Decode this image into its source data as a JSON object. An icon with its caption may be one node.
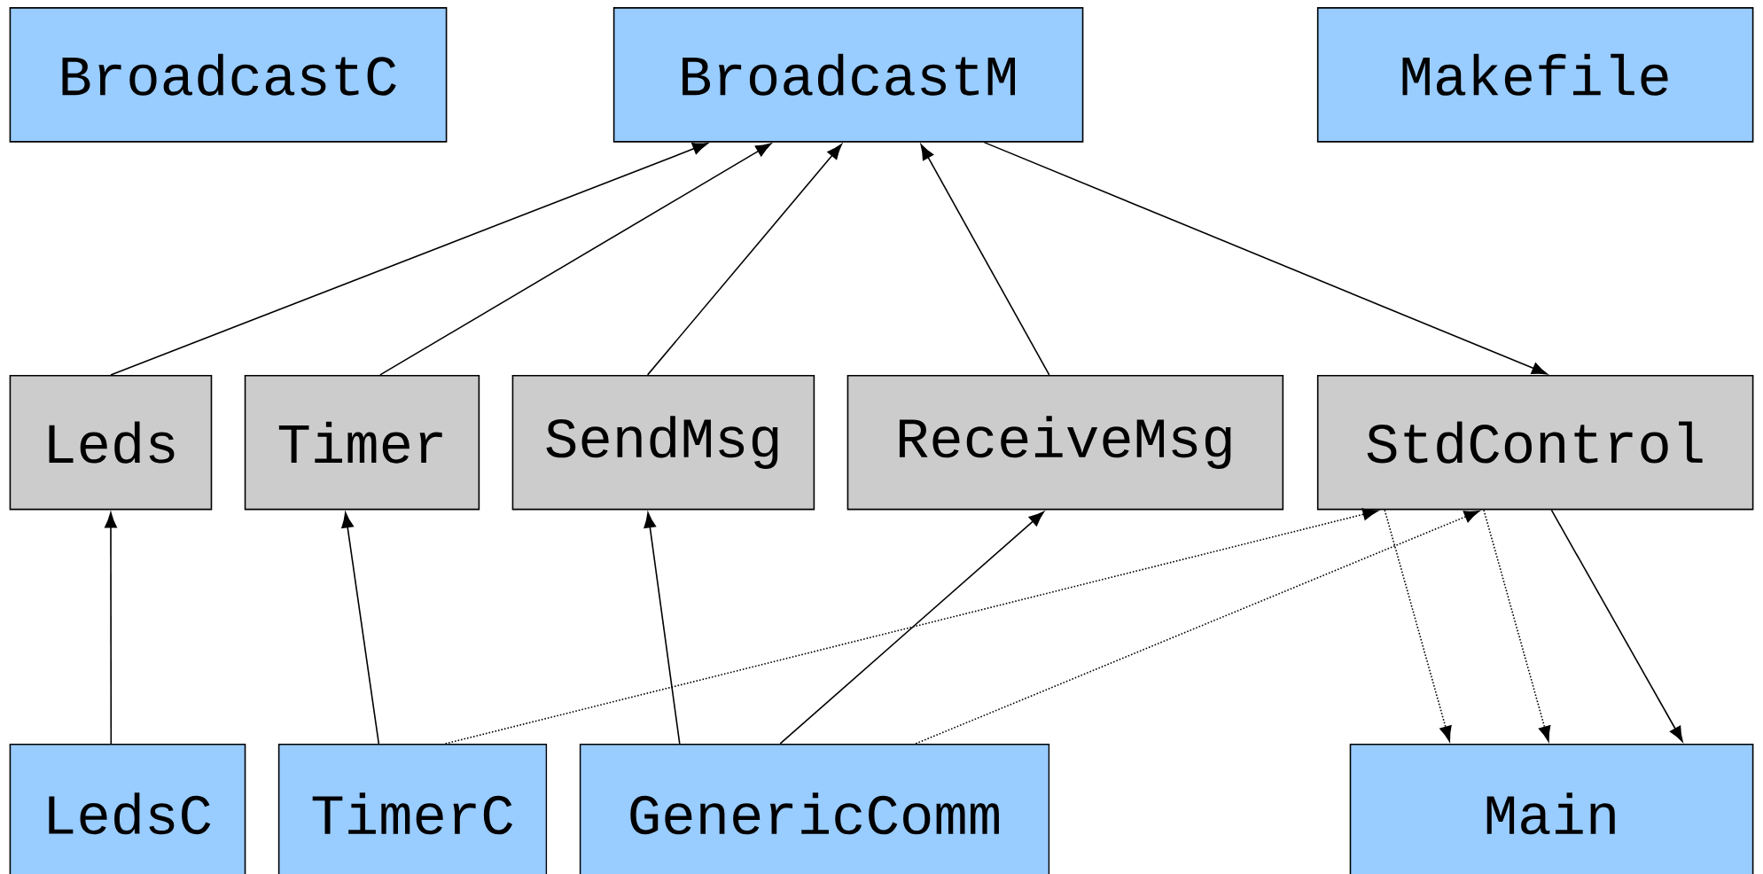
{
  "diagram": {
    "nodes": [
      {
        "text": [
          "BroadcastC"
        ]
      },
      {
        "text": [
          "BroadcastM"
        ]
      },
      {
        "text": [
          "Makefile"
        ]
      },
      {
        "text": [
          "Leds"
        ]
      },
      {
        "text": [
          "Timer"
        ]
      },
      {
        "text": [
          "SendMsg"
        ]
      },
      {
        "text": [
          "ReceiveMsg"
        ]
      },
      {
        "text": [
          "StdControl"
        ]
      },
      {
        "text": [
          "LedsC"
        ]
      },
      {
        "text": [
          "TimerC"
        ]
      },
      {
        "text": [
          "GenericComm"
        ]
      },
      {
        "text": [
          "Main"
        ]
      }
    ],
    "edges": [
      {
        "from": 3,
        "to": 1,
        "arrow": "to"
      },
      {
        "from": 4,
        "to": 1,
        "arrow": "to"
      },
      {
        "from": 5,
        "to": 1,
        "arrow": "to"
      },
      {
        "from": 6,
        "to": 1,
        "arrow": "to"
      },
      {
        "from": 1,
        "to": 7,
        "arrow": "to"
      },
      {
        "from": 8,
        "to": 3,
        "arrow": "to"
      },
      {
        "from": 9,
        "to": 4,
        "arrow": "to"
      },
      {
        "from": 10,
        "to": 5,
        "arrow": "to"
      },
      {
        "from": 10,
        "to": 6,
        "arrow": "to"
      },
      {
        "from": 9,
        "to": 7,
        "arrow": "to",
        "style": "dashed"
      },
      {
        "from": 10,
        "to": 7,
        "arrow": "to",
        "style": "dashed"
      },
      {
        "from": 7,
        "to": 11,
        "arrow": "to",
        "style": "dashed"
      },
      {
        "from": 7,
        "to": 11,
        "arrow": "to",
        "style": "dashed"
      },
      {
        "from": 7,
        "to": 11,
        "arrow": "to"
      }
    ]
  }
}
